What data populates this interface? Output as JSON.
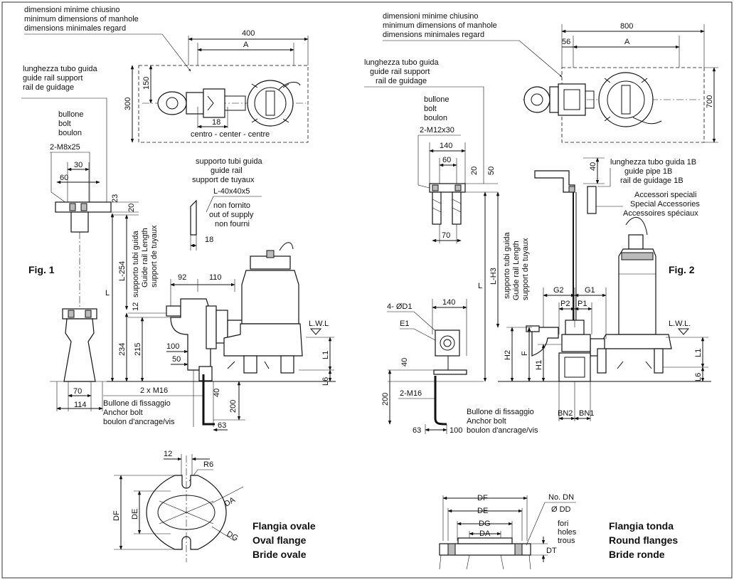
{
  "fig1": {
    "manhole_label": [
      "dimensioni minime chiusino",
      "minimum dimensions of manhole",
      "dimensions minimales regard"
    ],
    "rail_label": [
      "lunghezza tubo guida",
      "guide rail support",
      "rail de guidage"
    ],
    "bolt_label": [
      "bullone",
      "bolt",
      "boulon"
    ],
    "bolt_spec": "2-M8x25",
    "support_label": [
      "supporto tubi guida",
      "guide rail",
      "support de tuyaux"
    ],
    "support_spec": "L-40x40x5",
    "supply_label": [
      "non fornito",
      "out of supply",
      "non fourni"
    ],
    "center_label": "centro - center - centre",
    "vertical_label": [
      "supporto tubi guida",
      "Guide rail Length",
      "support de tuyaux"
    ],
    "anchor_label": [
      "Bullone di fissaggio",
      "Anchor bolt",
      "boulon d'ancrage/vis"
    ],
    "title": "Fig. 1",
    "lwl": "L.W.L",
    "anchor_spec": "2 x M16",
    "dims": {
      "d400": "400",
      "dA": "A",
      "d300": "300",
      "d150": "150",
      "d18a": "18",
      "d30": "30",
      "d60": "60",
      "d23": "23",
      "d20": "20",
      "d18b": "18",
      "dL254": "L-254",
      "dL": "L",
      "d12": "12",
      "d92": "92",
      "d110": "110",
      "d234": "234",
      "d215": "215",
      "d100": "100",
      "d50": "50",
      "d40": "40",
      "d200": "200",
      "d63": "63",
      "d70": "70",
      "d114": "114",
      "dL1": "L1",
      "dL6": "L6"
    }
  },
  "fig2": {
    "manhole_label": [
      "dimensioni minime chiusino",
      "minimum dimensions of manhole",
      "dimensions minimales regard"
    ],
    "rail_label": [
      "lunghezza tubo guida",
      "guide rail support",
      "rail de guidage"
    ],
    "bolt_label": [
      "bullone",
      "bolt",
      "boulon"
    ],
    "bolt_spec": "2-M12x30",
    "pipe_label": [
      "lunghezza tubo guida 1B",
      "guide pipe 1B",
      "rail de guidage 1B"
    ],
    "accessories_label": [
      "Accessori speciali",
      "Special Accessories",
      "Accessoires spéciaux"
    ],
    "vertical_label": [
      "supporto tubi guida",
      "Guide rail Length",
      "support de tuyaux"
    ],
    "anchor_label": [
      "Bullone di fissaggio",
      "Anchor bolt",
      "boulon d'ancrage/vis"
    ],
    "title": "Fig. 2",
    "lwl": "L.W.L.",
    "anchor_spec": "2-M16",
    "dims": {
      "d800": "800",
      "d56": "56",
      "dA": "A",
      "d700": "700",
      "d140a": "140",
      "d60": "60",
      "d20": "20",
      "d50": "50",
      "d70": "70",
      "d40a": "40",
      "dL": "L",
      "dLH3": "L-H3",
      "dD1": "4- ØD1",
      "dE1": "E1",
      "d140b": "140",
      "d40b": "40",
      "d200": "200",
      "d63": "63",
      "d100": "100",
      "dH2": "H2",
      "dF": "F",
      "dH1": "H1",
      "dG2": "G2",
      "dG1": "G1",
      "dP2": "P2",
      "dP1": "P1",
      "dBN2": "BN2",
      "dBN1": "BN1",
      "dL1": "L1",
      "dL6": "L6"
    }
  },
  "oval": {
    "dims": {
      "d12": "12",
      "dR6": "R6",
      "dDF": "DF",
      "dDE": "DE",
      "dDA": "DA",
      "dDG": "DG"
    },
    "caption": [
      "Flangia ovale",
      "Oval flange",
      "Bride ovale"
    ]
  },
  "round": {
    "dims": {
      "dDF": "DF",
      "dDE": "DE",
      "dDG": "DG",
      "dDA": "DA",
      "dNo": "No. DN",
      "dDD": "Ø DD",
      "dDT": "DT"
    },
    "holes": [
      "fori",
      "holes",
      "trous"
    ],
    "caption": [
      "Flangia tonda",
      "Round flanges",
      "Bride ronde"
    ]
  }
}
